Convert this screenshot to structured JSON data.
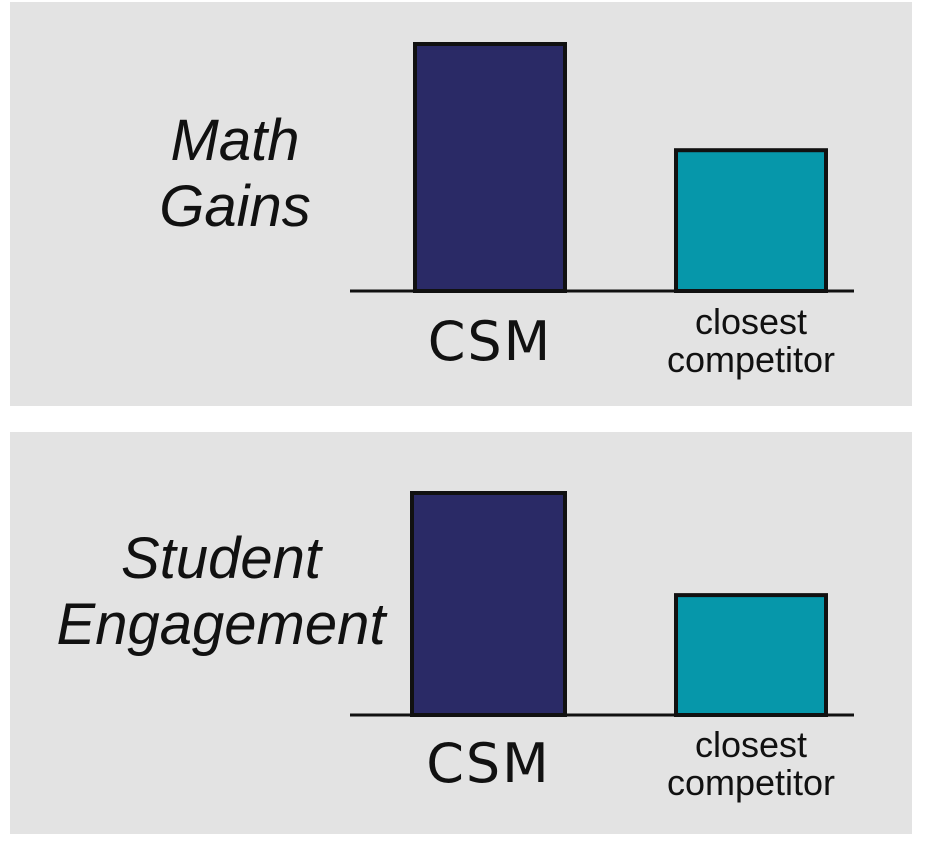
{
  "chart_data": [
    {
      "type": "bar",
      "title_lines": [
        "Math",
        "Gains"
      ],
      "categories": [
        {
          "lines": [
            "CSM"
          ]
        },
        {
          "lines": [
            "closest",
            "competitor"
          ]
        }
      ],
      "values": [
        100,
        57
      ],
      "ylim": [
        0,
        100
      ],
      "xlabel": "",
      "ylabel": "",
      "grid": false,
      "colors": [
        "#2a2a66",
        "#0697aa"
      ],
      "y_axis_shown": false,
      "value_labels_shown": false
    },
    {
      "type": "bar",
      "title_lines": [
        "Student",
        "Engagement"
      ],
      "categories": [
        {
          "lines": [
            "CSM"
          ]
        },
        {
          "lines": [
            "closest",
            "competitor"
          ]
        }
      ],
      "values": [
        100,
        54
      ],
      "ylim": [
        0,
        100
      ],
      "xlabel": "",
      "ylabel": "",
      "grid": false,
      "colors": [
        "#2a2a66",
        "#0697aa"
      ],
      "y_axis_shown": false,
      "value_labels_shown": false
    }
  ]
}
